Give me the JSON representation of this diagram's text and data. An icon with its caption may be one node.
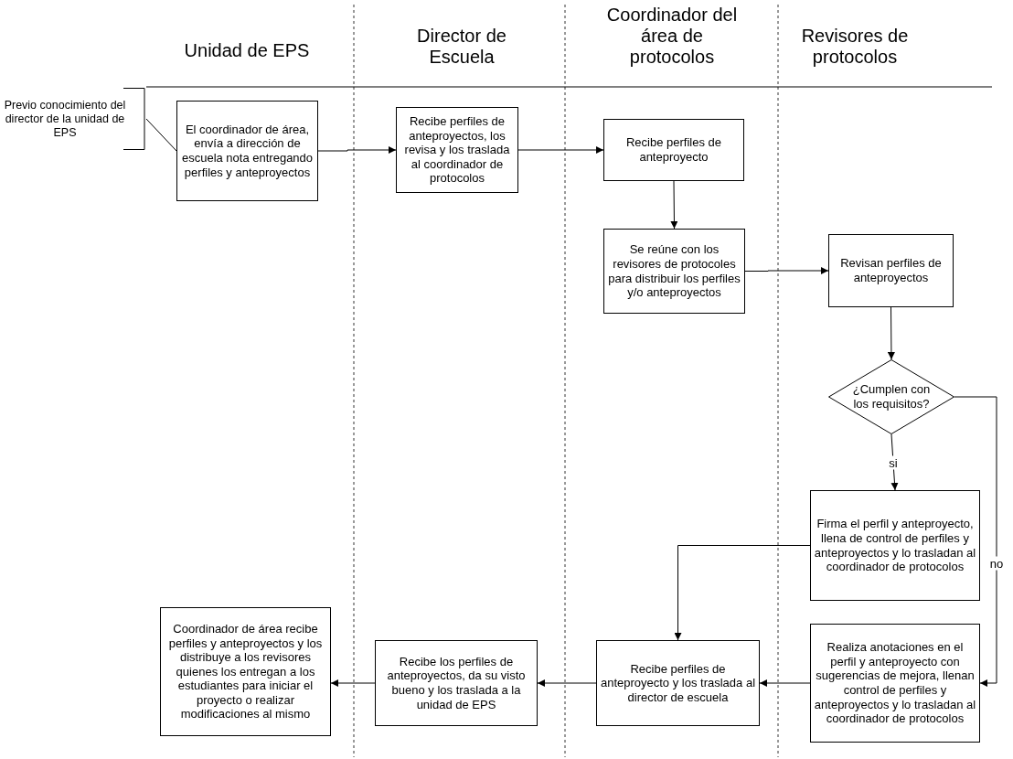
{
  "diagram": {
    "nodes": [
      {
        "text": [
          "Previo conocimiento del director de la unidad de EPS"
        ]
      },
      {
        "text": [
          "El coordinador de área, envía a dirección de escuela nota entregando perfiles y anteproyectos"
        ]
      },
      {
        "text": [
          "Recibe perfiles de anteproyectos, los revisa y los traslada al coordinador de protocolos"
        ]
      },
      {
        "text": [
          "Recibe perfiles de anteproyecto"
        ]
      },
      {
        "text": [
          "Se reúne con los revisores de protocoles para distribuir los perfiles y/o anteproyectos"
        ]
      },
      {
        "text": [
          "Revisan perfiles de anteproyectos"
        ]
      },
      {
        "text": [
          "¿Cumplen con los requisitos?"
        ]
      },
      {
        "text": [
          "Firma el perfil y anteproyecto, llena de control de perfiles y anteproyectos y lo trasladan al coordinador de protocolos"
        ]
      },
      {
        "text": [
          "Realiza anotaciones en el perfil y anteproyecto con sugerencias de mejora, llenan control de perfiles y anteproyectos  y lo trasladan al coordinador de protocolos"
        ]
      },
      {
        "text": [
          "Recibe perfiles de anteproyecto y los traslada al director de escuela"
        ]
      },
      {
        "text": [
          "Recibe los perfiles de anteproyectos, da su visto bueno y los traslada a la unidad de EPS"
        ]
      },
      {
        "text": [
          "Coordinador de área recibe perfiles y anteproyectos y los distribuye a los revisores quienes los entregan a los estudiantes para iniciar el proyecto o realizar modificaciones al mismo"
        ]
      }
    ],
    "edges": [
      {
        "from": 0,
        "to": 1,
        "arrow": "none"
      },
      {
        "from": 1,
        "to": 2,
        "arrow": "to"
      },
      {
        "from": 2,
        "to": 3,
        "arrow": "to"
      },
      {
        "from": 3,
        "to": 4,
        "arrow": "to"
      },
      {
        "from": 4,
        "to": 5,
        "arrow": "to"
      },
      {
        "from": 5,
        "to": 6,
        "arrow": "to"
      },
      {
        "from": 6,
        "to": 7,
        "arrow": "to",
        "label": "si"
      },
      {
        "from": 6,
        "to": 8,
        "arrow": "to",
        "label": "no"
      },
      {
        "from": 7,
        "to": 9,
        "arrow": "to"
      },
      {
        "from": 8,
        "to": 9,
        "arrow": "to"
      },
      {
        "from": 9,
        "to": 10,
        "arrow": "to"
      },
      {
        "from": 10,
        "to": 11,
        "arrow": "to"
      }
    ],
    "labels": [
      "Unidad de EPS",
      "Director de Escuela",
      "Coordinador del área de protocolos",
      "Revisores de protocolos"
    ]
  }
}
